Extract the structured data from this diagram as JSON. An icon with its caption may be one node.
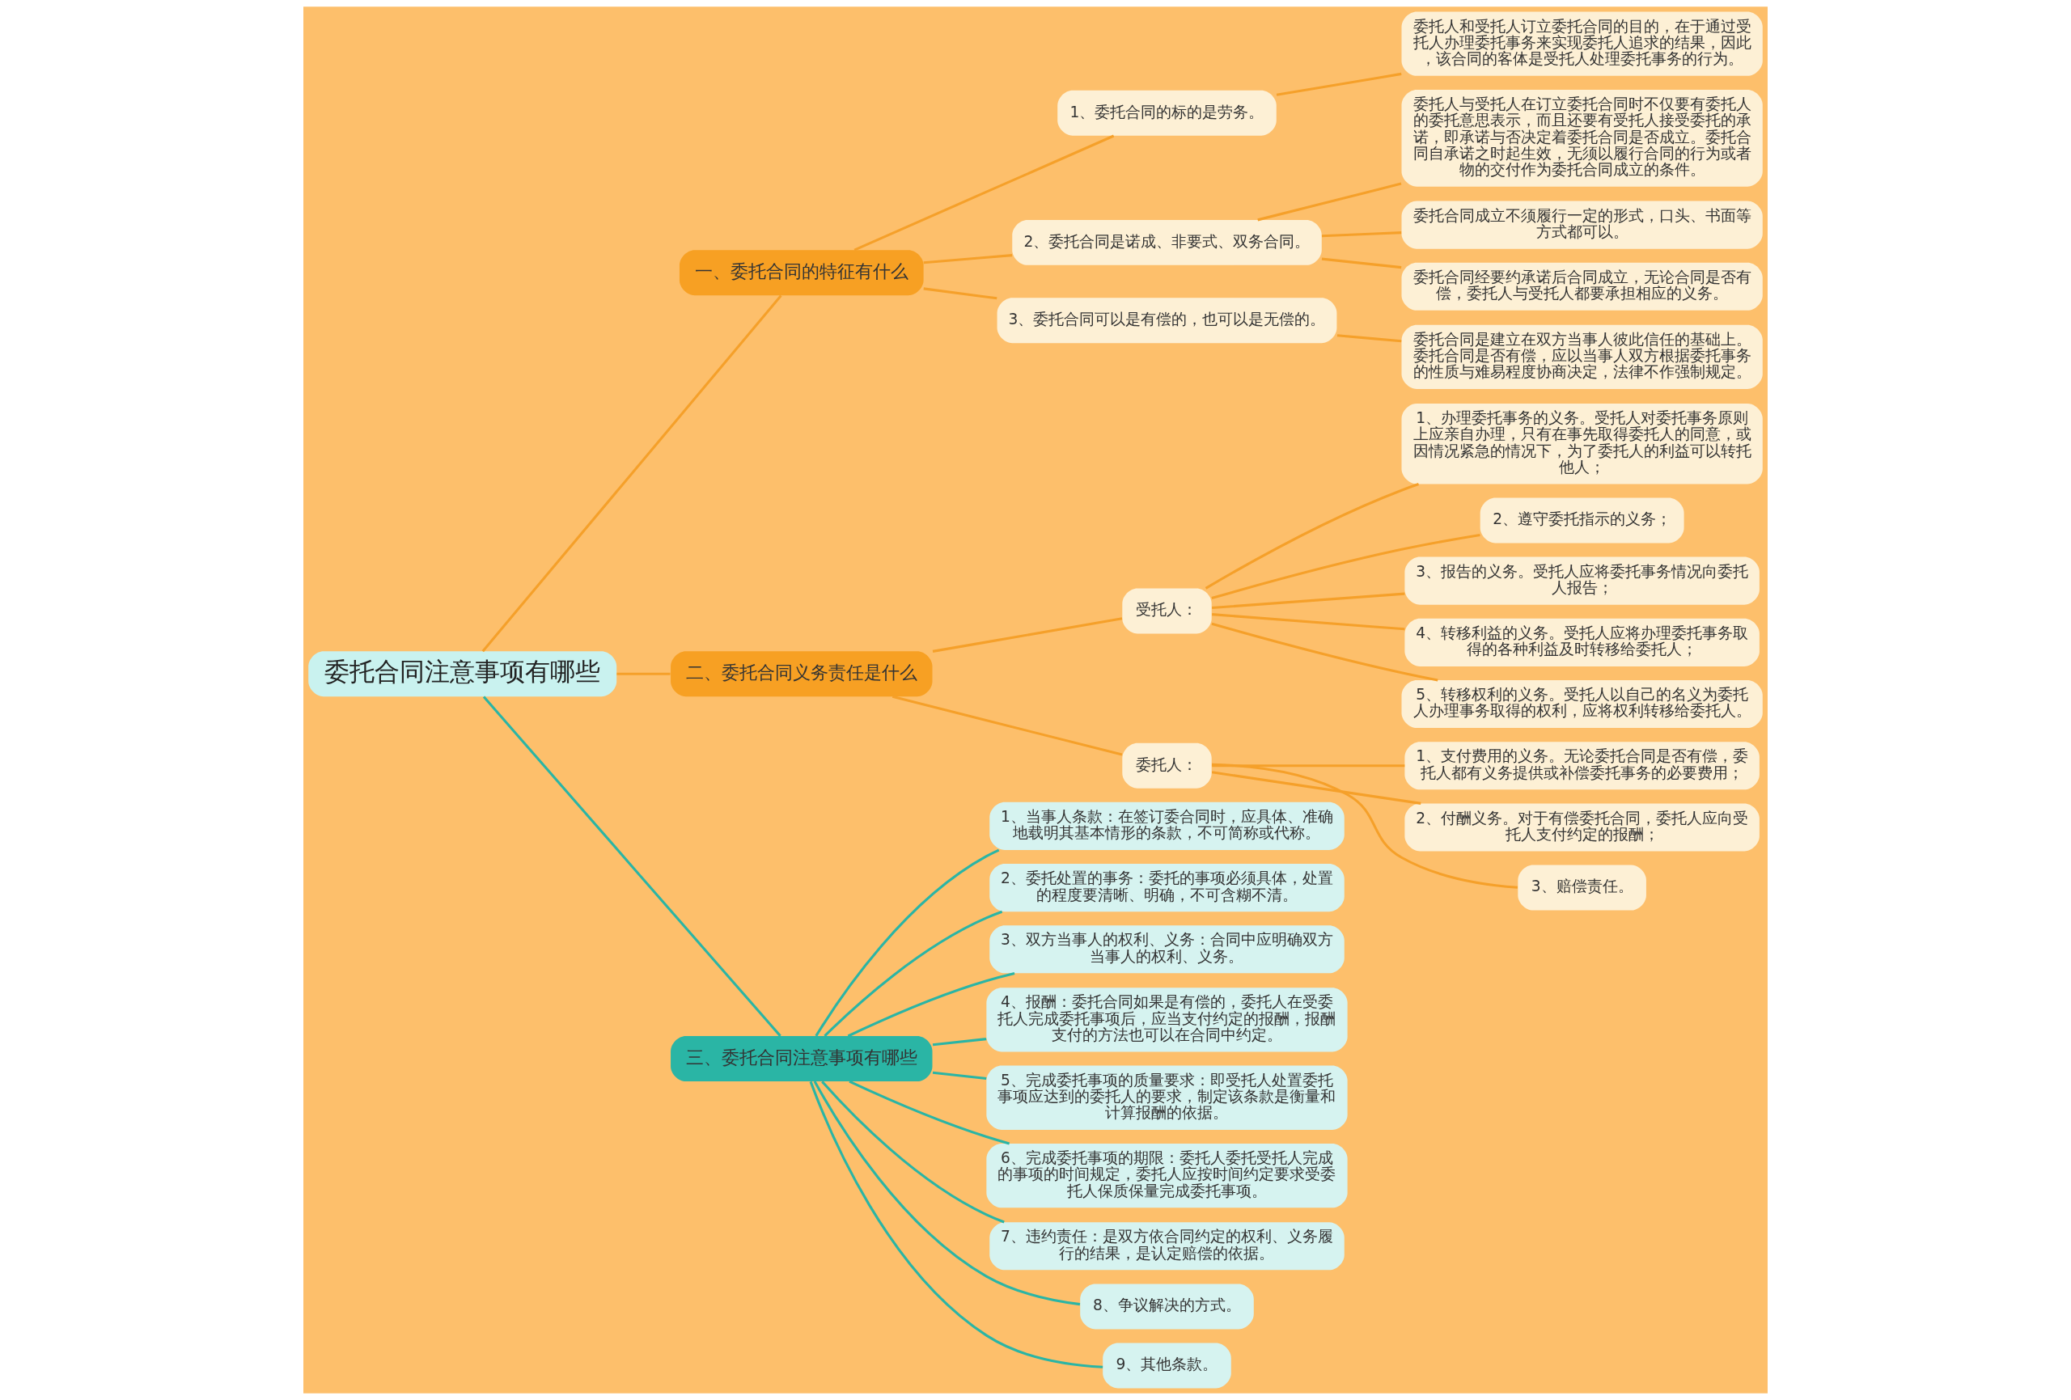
{
  "diagram": {
    "nodes": [
      {
        "text": [
          "委托合同注意事项有哪些"
        ]
      },
      {
        "text": [
          "一、委托合同的特征有什么"
        ]
      },
      {
        "text": [
          "1、委托合同的标的是劳务。"
        ]
      },
      {
        "text": [
          "委托人和受托人订立委托合同的目的，在于通过受托人办理委托事务来实现委托人追求的结果，因此，该合同的客体是受托人处理委托事务的行为。"
        ]
      },
      {
        "text": [
          "2、委托合同是诺成、非要式、双务合同。"
        ]
      },
      {
        "text": [
          "委托人与受托人在订立委托合同时不仅要有委托人的委托意思表示，而且还要有受托人接受委托的承诺，即承诺与否决定着委托合同是否成立。委托合同自承诺之时起生效，无须以履行合同的行为或者物的交付作为委托合同成立的条件。"
        ]
      },
      {
        "text": [
          "委托合同成立不须履行一定的形式，口头、书面等方式都可以。"
        ]
      },
      {
        "text": [
          "委托合同经要约承诺后合同成立，无论合同是否有偿，委托人与受托人都要承担相应的义务。"
        ]
      },
      {
        "text": [
          "3、委托合同可以是有偿的，也可以是无偿的。"
        ]
      },
      {
        "text": [
          "委托合同是建立在双方当事人彼此信任的基础上。委托合同是否有偿，应以当事人双方根据委托事务的性质与难易程度协商决定，法律不作强制规定。"
        ]
      },
      {
        "text": [
          "二、委托合同义务责任是什么"
        ]
      },
      {
        "text": [
          "受托人："
        ]
      },
      {
        "text": [
          "1、办理委托事务的义务。受托人对委托事务原则上应亲自办理，只有在事先取得委托人的同意，或因情况紧急的情况下，为了委托人的利益可以转托他人；"
        ]
      },
      {
        "text": [
          "2、遵守委托指示的义务；"
        ]
      },
      {
        "text": [
          "3、报告的义务。受托人应将委托事务情况向委托人报告；"
        ]
      },
      {
        "text": [
          "4、转移利益的义务。受托人应将办理委托事务取得的各种利益及时转移给委托人；"
        ]
      },
      {
        "text": [
          "5、转移权利的义务。受托人以自己的名义为委托人办理事务取得的权利，应将权利转移给委托人。"
        ]
      },
      {
        "text": [
          "委托人："
        ]
      },
      {
        "text": [
          "1、支付费用的义务。无论委托合同是否有偿，委托人都有义务提供或补偿委托事务的必要费用；"
        ]
      },
      {
        "text": [
          "2、付酬义务。对于有偿委托合同，委托人应向受托人支付约定的报酬；"
        ]
      },
      {
        "text": [
          "3、赔偿责任。"
        ]
      },
      {
        "text": [
          "三、委托合同注意事项有哪些"
        ]
      },
      {
        "text": [
          "1、当事人条款：在签订委合同时，应具体、准确地载明其基本情形的条款，不可简称或代称。"
        ]
      },
      {
        "text": [
          "2、委托处置的事务：委托的事项必须具体，处置的程度要清晰、明确，不可含糊不清。"
        ]
      },
      {
        "text": [
          "3、双方当事人的权利、义务：合同中应明确双方当事人的权利、义务。"
        ]
      },
      {
        "text": [
          "4、报酬：委托合同如果是有偿的，委托人在受委托人完成委托事项后，应当支付约定的报酬，报酬支付的方法也可以在合同中约定。"
        ]
      },
      {
        "text": [
          "5、完成委托事项的质量要求：即受托人处置委托事项应达到的委托人的要求，制定该条款是衡量和计算报酬的依据。"
        ]
      },
      {
        "text": [
          "6、完成委托事项的期限：委托人委托受托人完成的事项的时间规定，委托人应按时间约定要求受委托人保质保量完成委托事项。"
        ]
      },
      {
        "text": [
          "7、违约责任：是双方依合同约定的权利、义务履行的结果，是认定赔偿的依据。"
        ]
      },
      {
        "text": [
          "8、争议解决的方式。"
        ]
      },
      {
        "text": [
          "9、其他条款。"
        ]
      }
    ],
    "edges": [
      {
        "from": 0,
        "to": 1,
        "arrow": "none"
      },
      {
        "from": 1,
        "to": 2,
        "arrow": "none"
      },
      {
        "from": 2,
        "to": 3,
        "arrow": "none"
      },
      {
        "from": 1,
        "to": 4,
        "arrow": "none"
      },
      {
        "from": 4,
        "to": 5,
        "arrow": "none"
      },
      {
        "from": 4,
        "to": 6,
        "arrow": "none"
      },
      {
        "from": 4,
        "to": 7,
        "arrow": "none"
      },
      {
        "from": 1,
        "to": 8,
        "arrow": "none"
      },
      {
        "from": 8,
        "to": 9,
        "arrow": "none"
      },
      {
        "from": 0,
        "to": 10,
        "arrow": "none"
      },
      {
        "from": 10,
        "to": 11,
        "arrow": "none"
      },
      {
        "from": 11,
        "to": 12,
        "arrow": "none"
      },
      {
        "from": 11,
        "to": 13,
        "arrow": "none"
      },
      {
        "from": 11,
        "to": 14,
        "arrow": "none"
      },
      {
        "from": 11,
        "to": 15,
        "arrow": "none"
      },
      {
        "from": 11,
        "to": 16,
        "arrow": "none"
      },
      {
        "from": 10,
        "to": 17,
        "arrow": "none"
      },
      {
        "from": 17,
        "to": 18,
        "arrow": "none"
      },
      {
        "from": 17,
        "to": 19,
        "arrow": "none"
      },
      {
        "from": 17,
        "to": 20,
        "arrow": "none"
      },
      {
        "from": 0,
        "to": 21,
        "arrow": "none",
        "color": "#2ab5a5"
      },
      {
        "from": 21,
        "to": 22,
        "arrow": "none",
        "color": "#2ab5a5"
      },
      {
        "from": 21,
        "to": 23,
        "arrow": "none",
        "color": "#2ab5a5"
      },
      {
        "from": 21,
        "to": 24,
        "arrow": "none",
        "color": "#2ab5a5"
      },
      {
        "from": 21,
        "to": 25,
        "arrow": "none",
        "color": "#2ab5a5"
      },
      {
        "from": 21,
        "to": 26,
        "arrow": "none",
        "color": "#2ab5a5"
      },
      {
        "from": 21,
        "to": 27,
        "arrow": "none",
        "color": "#2ab5a5"
      },
      {
        "from": 21,
        "to": 28,
        "arrow": "none",
        "color": "#2ab5a5"
      },
      {
        "from": 21,
        "to": 29,
        "arrow": "none",
        "color": "#2ab5a5"
      },
      {
        "from": 21,
        "to": 30,
        "arrow": "none",
        "color": "#2ab5a5"
      }
    ]
  }
}
